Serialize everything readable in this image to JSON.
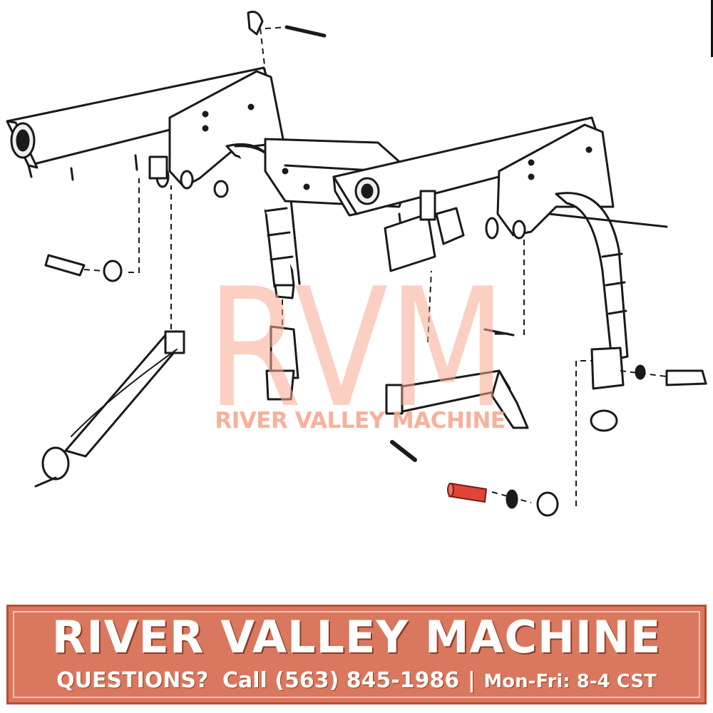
{
  "watermark": {
    "logo_text": "RVM",
    "name": "RIVER VALLEY MACHINE"
  },
  "banner": {
    "title": "RIVER VALLEY MACHINE",
    "questions": "QUESTIONS?",
    "call": "Call (563) 845-1986",
    "separator": "|",
    "hours": "Mon-Fri: 8-4 CST"
  },
  "colors": {
    "banner_bg": "#d9785e",
    "banner_border": "#b74e34",
    "watermark": "#f8a890",
    "highlight_part": "#e0453a",
    "line_art": "#1a1a1a"
  },
  "diagram": {
    "highlighted_part_icon": "pin-icon"
  }
}
